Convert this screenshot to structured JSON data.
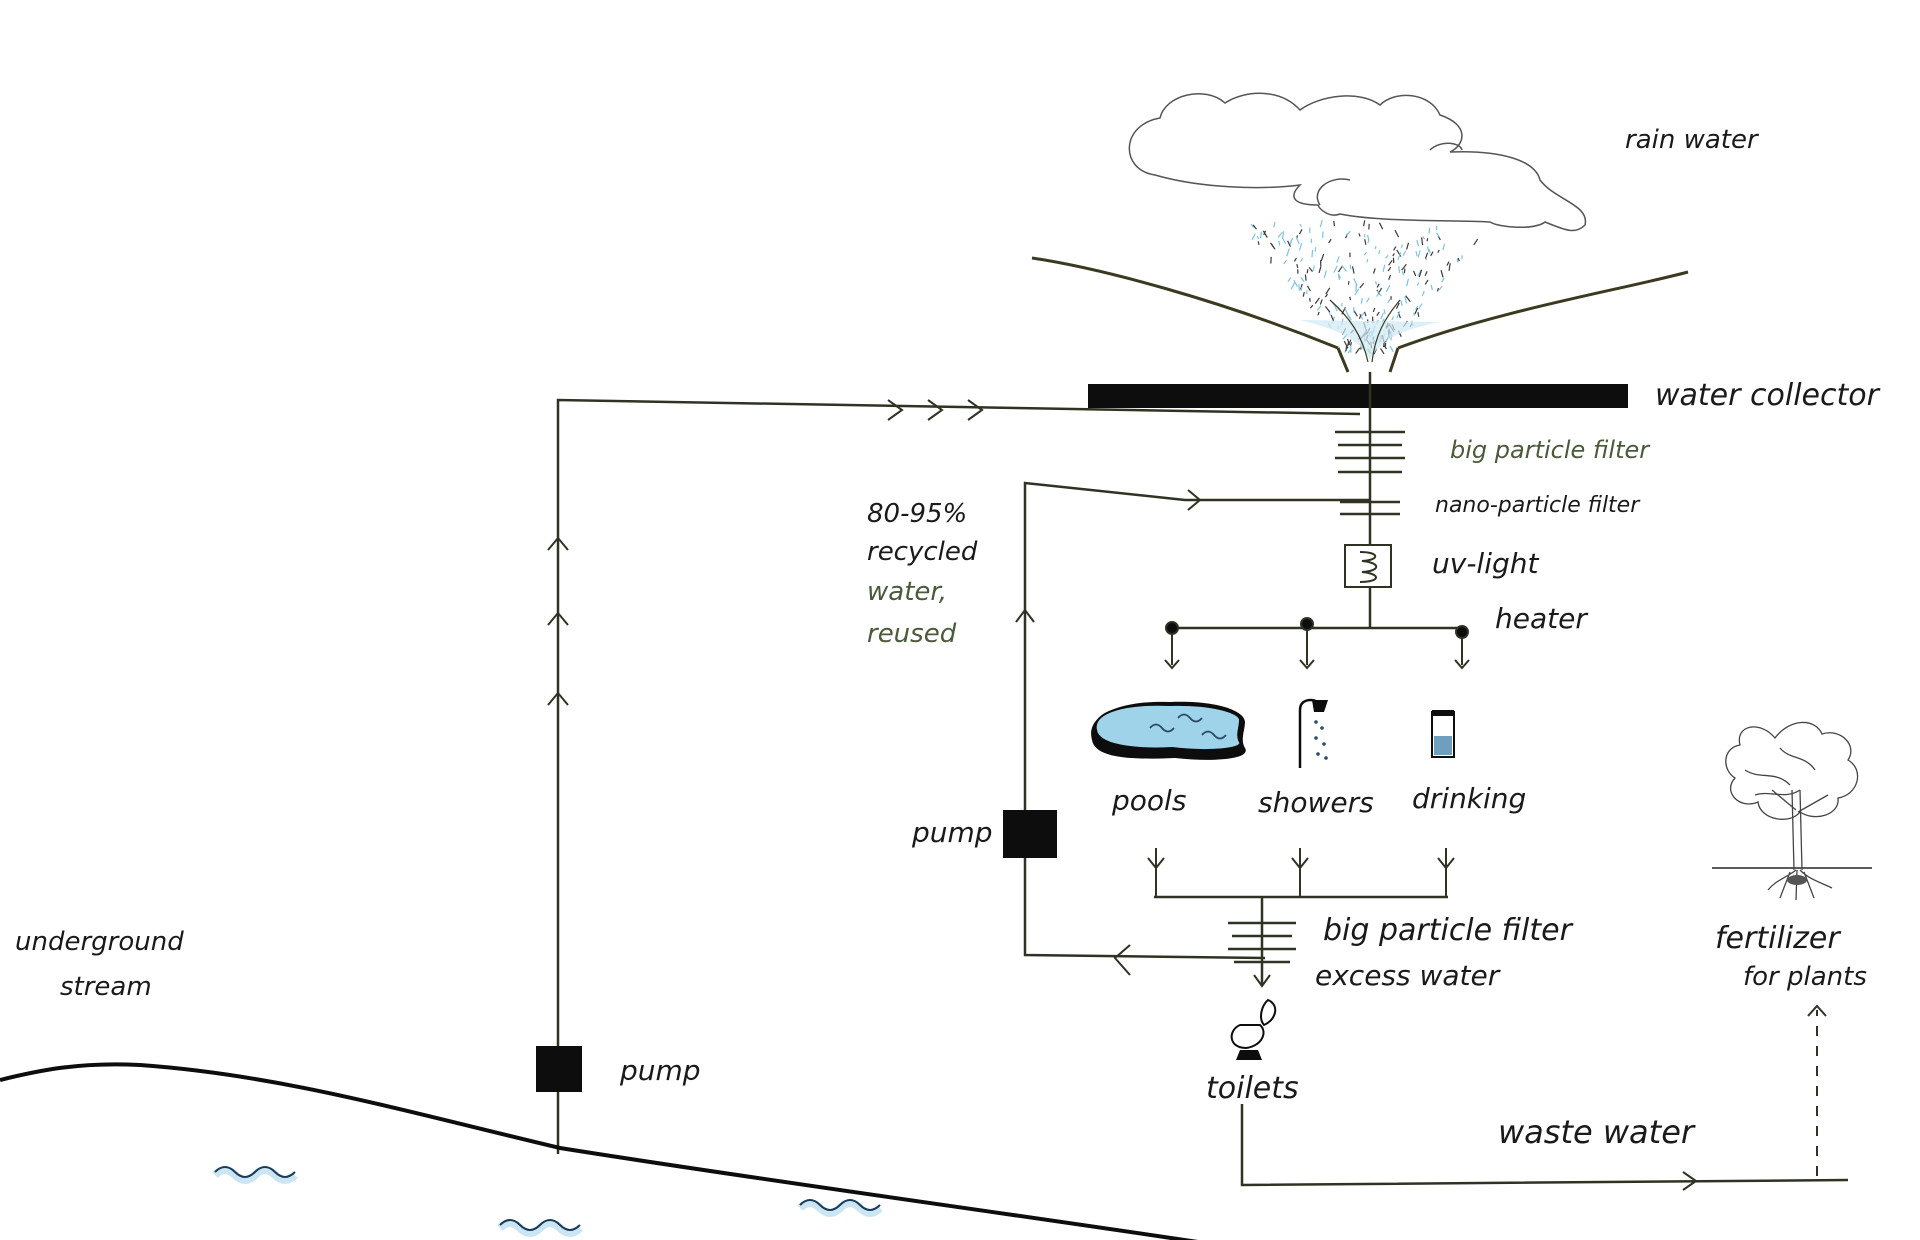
{
  "labels": {
    "rain_water": "rain water",
    "water_collector": "water collector",
    "big_particle_filter_top": "big particle filter",
    "nano_particle_filter": "nano-particle filter",
    "uv_light": "uv-light",
    "heater": "heater",
    "recycled_pct": "80-95%",
    "recycled_line2": "recycled",
    "recycled_line3": "water,",
    "recycled_line4": "reused",
    "pump_left": "pump",
    "pump_mid": "pump",
    "pools": "pools",
    "showers": "showers",
    "drinking": "drinking",
    "big_particle_filter_bottom": "big particle filter",
    "excess_water": "excess water",
    "toilets": "toilets",
    "waste_water": "waste water",
    "fertilizer_line1": "fertilizer",
    "fertilizer_line2": "for plants",
    "underground_line1": "underground",
    "underground_line2": "stream"
  },
  "colors": {
    "ink": "#1a1a1a",
    "pipe": "#2e3324",
    "green_label": "#4a5a3a",
    "water_blue": "#9fd3ea",
    "dark_blue": "#2a4a6a"
  }
}
